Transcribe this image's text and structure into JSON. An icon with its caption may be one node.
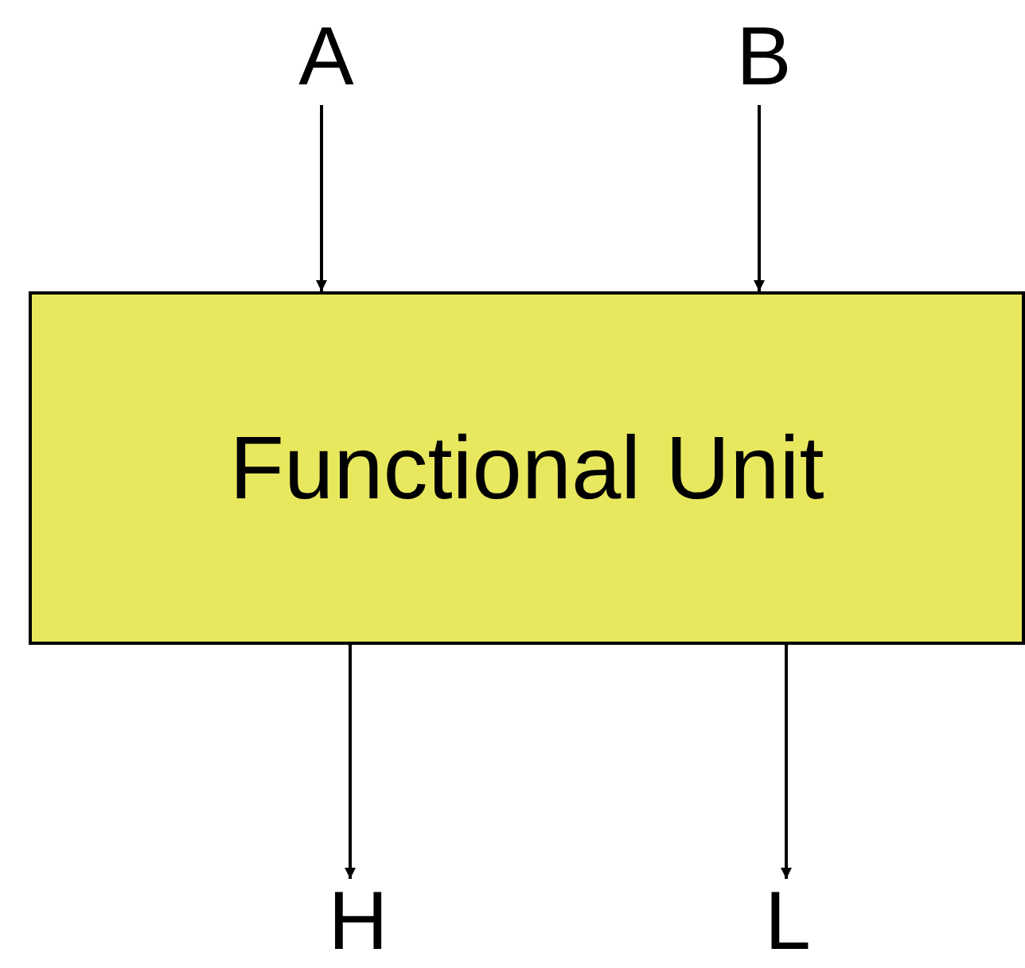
{
  "diagram": {
    "nodes": [
      {
        "text": [
          "A"
        ]
      },
      {
        "text": [
          "B"
        ]
      },
      {
        "text": [
          "Functional Unit"
        ]
      },
      {
        "text": [
          "H"
        ]
      },
      {
        "text": [
          "L"
        ]
      }
    ],
    "edges": [
      {
        "from": 0,
        "to": 2,
        "arrow": "to"
      },
      {
        "from": 1,
        "to": 2,
        "arrow": "to"
      },
      {
        "from": 2,
        "to": 3,
        "arrow": "to"
      },
      {
        "from": 2,
        "to": 4,
        "arrow": "to"
      }
    ]
  }
}
